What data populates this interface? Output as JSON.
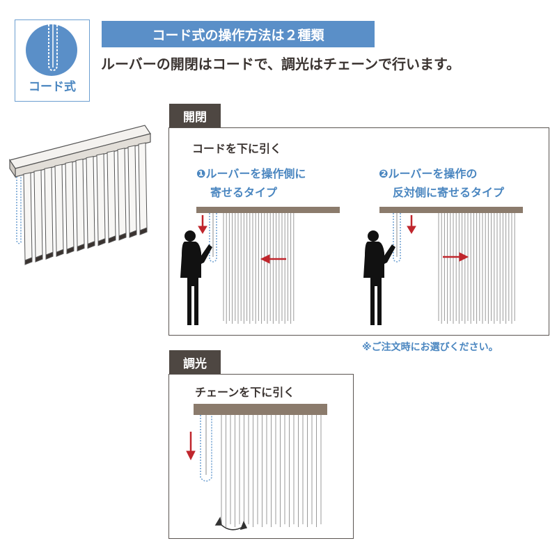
{
  "badge": {
    "label": "コード式"
  },
  "header": {
    "title": "コード式の操作方法は２種類",
    "subtitle": "ルーバーの開閉はコードで、調光はチェーンで行います。"
  },
  "open_close": {
    "tab": "開閉",
    "instruction": "コードを下に引く",
    "type1": {
      "line1": "❶ルーバーを操作側に",
      "line2": "寄せるタイプ"
    },
    "type2": {
      "line1": "❷ルーバーを操作の",
      "line2": "反対側に寄せるタイプ"
    }
  },
  "note": "※ご注文時にお選びください。",
  "dimming": {
    "tab": "調光",
    "instruction": "チェーンを下に引く"
  },
  "colors": {
    "accent_blue": "#5a8fc8",
    "tab_dark": "#4e4742",
    "rail_brown": "#8b7b6c",
    "arrow_red": "#c0262d"
  },
  "icons": [
    "cord-badge-icon",
    "blind-product-icon",
    "person-icon",
    "down-arrow-icon",
    "left-arrow-icon",
    "right-arrow-icon",
    "rotate-arrow-icon"
  ]
}
